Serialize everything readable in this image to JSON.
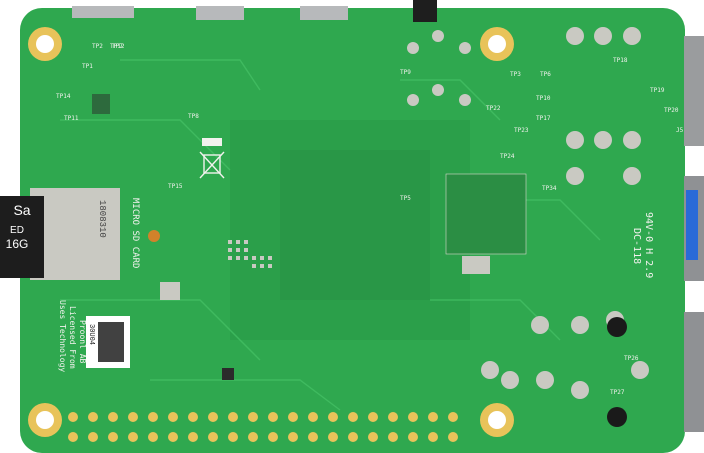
{
  "photo": {
    "subject": "Raspberry Pi 4 Model B board, underside",
    "colors": {
      "board": "#2fa84f",
      "board_dark": "#278f43",
      "trace": "#3cb95c",
      "gold": "#e8c35a",
      "pad": "#c9c9c2",
      "chip": "#2b2b2b",
      "metal": "#b7b9bb",
      "silk": "#f2f2ee"
    }
  },
  "silkscreen": {
    "sd_label": "MICRO SD CARD",
    "license": [
      "Uses Technology",
      "Licensed From",
      "Proonl AB"
    ],
    "datamatrix_text": "30U04",
    "rating": "94V-0 H 2.9",
    "rating2": "DC-118",
    "tp_labels": [
      "TP1",
      "TP2",
      "TP3",
      "TP5",
      "TP6",
      "TP7",
      "TP8",
      "TP9",
      "TP10",
      "TP11",
      "TP12",
      "TP14",
      "TP15",
      "TP17",
      "TP18",
      "TP19",
      "TP20",
      "TP22",
      "TP23",
      "TP24",
      "TP26",
      "TP27",
      "TP34",
      "J5"
    ]
  },
  "sd_card": {
    "brand": "Sa",
    "line2": "ED",
    "capacity": "16G",
    "code": "1808310"
  }
}
